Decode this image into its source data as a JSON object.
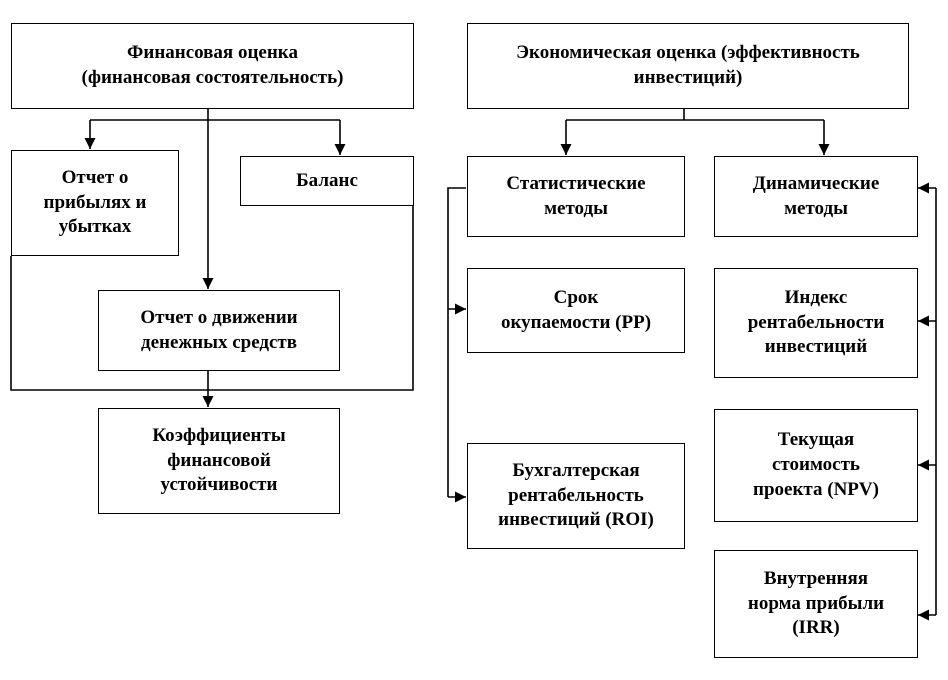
{
  "nodes": {
    "fin_eval": "Финансовая оценка\n(финансовая состоятельность)",
    "pnl": "Отчет о\nприбылях и\nубытках",
    "balance": "Баланс",
    "cashflow": "Отчет о движении\nденежных средств",
    "stability": "Коэффициенты\nфинансовой\nустойчивости",
    "econ_eval": "Экономическая оценка (эффективность\nинвестиций)",
    "static": "Статистические\nметоды",
    "dynamic": "Динамические\nметоды",
    "pp": "Срок\nокупаемости (PP)",
    "roi": "Бухгалтерская\nрентабельность\nинвестиций (ROI)",
    "pi": "Индекс\nрентабельности\nинвестиций",
    "npv": "Текущая\nстоимость\nпроекта (NPV)",
    "irr": "Внутренняя\nнорма прибыли\n(IRR)"
  }
}
